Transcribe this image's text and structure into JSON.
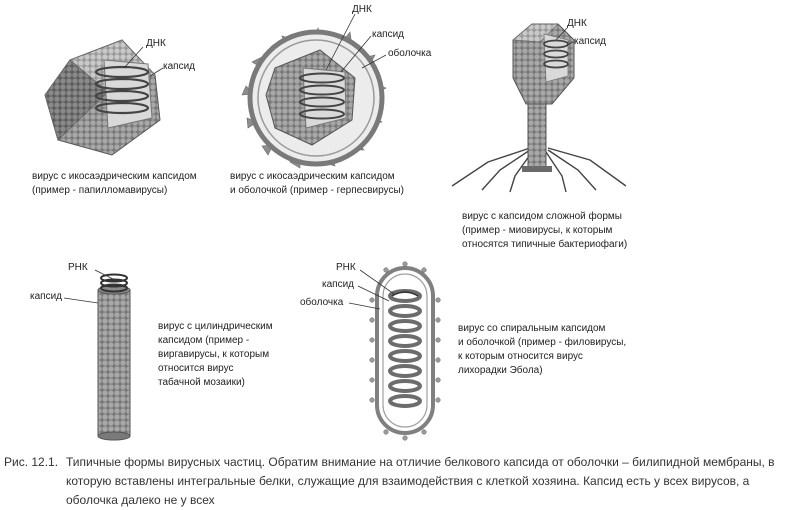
{
  "labels": {
    "dna": "ДНК",
    "rna": "РНК",
    "capsid": "капсид",
    "envelope": "оболочка"
  },
  "captions": {
    "papilloma": "вирус с икосаэдрическим капсидом\n(пример - папилломавирусы)",
    "herpes": "вирус с икосаэдрическим капсидом\nи оболочкой (пример - герпесвирусы)",
    "phage": "вирус с капсидом сложной формы\n(пример - миовирусы, к которым\nотносятся типичные бактериофаги)",
    "tobacco": "вирус с цилиндрическим\nкапсидом (пример -\nвиргавирусы, к которым\nотносится вирус\nтабачной мозаики)",
    "filo": "вирус со спиральным капсидом\nи оболочкой (пример - филовирусы,\nк которым относится вирус\nлихорадки Эбола)"
  },
  "figure": {
    "number": "Рис. 12.1.",
    "text": "Типичные формы вирусных частиц. Обратим внимание на отличие белкового капсида от оболочки – билипидной мембраны, в которую вставлены интегральные белки, служащие для взаимодействия с клеткой хозяина. Капсид есть у всех вирусов, а оболочка далеко не у всех"
  }
}
